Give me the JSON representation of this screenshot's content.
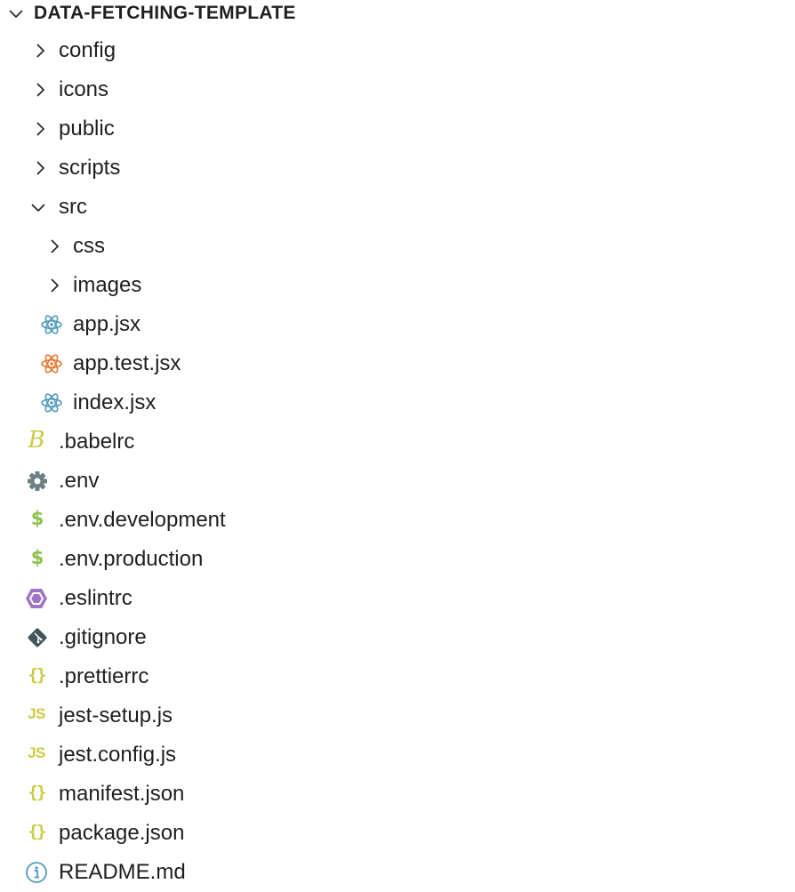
{
  "explorer": {
    "root": {
      "label": "DATA-FETCHING-TEMPLATE",
      "expanded": true
    },
    "items": [
      {
        "label": "config",
        "type": "folder",
        "level": 1,
        "expanded": false
      },
      {
        "label": "icons",
        "type": "folder",
        "level": 1,
        "expanded": false
      },
      {
        "label": "public",
        "type": "folder",
        "level": 1,
        "expanded": false
      },
      {
        "label": "scripts",
        "type": "folder",
        "level": 1,
        "expanded": false
      },
      {
        "label": "src",
        "type": "folder",
        "level": 1,
        "expanded": true
      },
      {
        "label": "css",
        "type": "folder",
        "level": 2,
        "expanded": false
      },
      {
        "label": "images",
        "type": "folder",
        "level": 2,
        "expanded": false
      },
      {
        "label": "app.jsx",
        "type": "file",
        "level": 2,
        "icon": "react-icon",
        "icon_color": "#519aba"
      },
      {
        "label": "app.test.jsx",
        "type": "file",
        "level": 2,
        "icon": "react-test-icon",
        "icon_color": "#e37933"
      },
      {
        "label": "index.jsx",
        "type": "file",
        "level": 2,
        "icon": "react-icon",
        "icon_color": "#519aba"
      },
      {
        "label": ".babelrc",
        "type": "file",
        "level": 1,
        "icon": "babel-icon",
        "icon_color": "#cbcb41"
      },
      {
        "label": ".env",
        "type": "file",
        "level": 1,
        "icon": "gear-icon",
        "icon_color": "#6d8086"
      },
      {
        "label": ".env.development",
        "type": "file",
        "level": 1,
        "icon": "dollar-icon",
        "icon_color": "#8dc149"
      },
      {
        "label": ".env.production",
        "type": "file",
        "level": 1,
        "icon": "dollar-icon",
        "icon_color": "#8dc149"
      },
      {
        "label": ".eslintrc",
        "type": "file",
        "level": 1,
        "icon": "eslint-icon",
        "icon_color": "#a074c4"
      },
      {
        "label": ".gitignore",
        "type": "file",
        "level": 1,
        "icon": "git-icon",
        "icon_color": "#41535b"
      },
      {
        "label": ".prettierrc",
        "type": "file",
        "level": 1,
        "icon": "json-braces-icon",
        "icon_color": "#cbcb41"
      },
      {
        "label": "jest-setup.js",
        "type": "file",
        "level": 1,
        "icon": "javascript-icon",
        "icon_color": "#cbcb41"
      },
      {
        "label": "jest.config.js",
        "type": "file",
        "level": 1,
        "icon": "javascript-icon",
        "icon_color": "#cbcb41"
      },
      {
        "label": "manifest.json",
        "type": "file",
        "level": 1,
        "icon": "json-braces-icon",
        "icon_color": "#cbcb41"
      },
      {
        "label": "package.json",
        "type": "file",
        "level": 1,
        "icon": "json-braces-icon",
        "icon_color": "#cbcb41"
      },
      {
        "label": "README.md",
        "type": "file",
        "level": 1,
        "icon": "info-icon",
        "icon_color": "#519aba"
      }
    ],
    "icon_text": {
      "js": "JS",
      "braces": "{}",
      "dollar": "$",
      "babel": "B"
    }
  }
}
